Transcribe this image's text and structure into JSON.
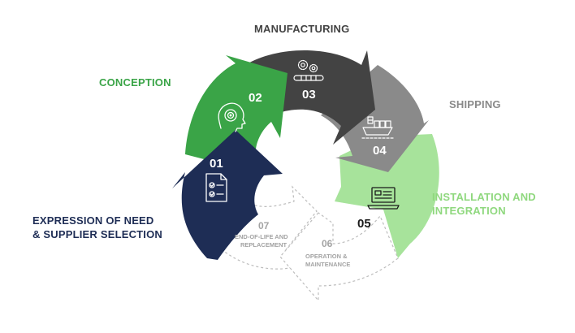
{
  "stages": [
    {
      "number": "01",
      "label_lines": [
        "EXPRESSION OF NEED",
        "& SUPPLIER SELECTION"
      ],
      "icon": "checklist-icon",
      "color": "#1e2d55"
    },
    {
      "number": "02",
      "label_lines": [
        "CONCEPTION"
      ],
      "icon": "head-idea-icon",
      "color": "#3aa447"
    },
    {
      "number": "03",
      "label_lines": [
        "MANUFACTURING"
      ],
      "icon": "gears-conveyor-icon",
      "color": "#434343"
    },
    {
      "number": "04",
      "label_lines": [
        "SHIPPING"
      ],
      "icon": "cargo-ship-icon",
      "color": "#8a8a8a"
    },
    {
      "number": "05",
      "label_lines": [
        "INSTALLATION AND",
        "INTEGRATION"
      ],
      "icon": "laptop-icon",
      "color": "#a7e39b"
    },
    {
      "number": "06",
      "label_lines": [
        "OPERATION &",
        "MAINTENANCE"
      ],
      "icon": "",
      "color": "#a3a3a3"
    },
    {
      "number": "07",
      "label_lines": [
        "END-OF-LIFE AND",
        "REPLACEMENT"
      ],
      "icon": "",
      "color": "#a3a3a3"
    }
  ],
  "colors": {
    "label_01": "#1e2d55",
    "label_02": "#3aa447",
    "label_03": "#434343",
    "label_04": "#8a8a8a",
    "label_05": "#8fd87e",
    "dashed_outline": "#bdbdbd",
    "icon_white": "#ffffff"
  }
}
